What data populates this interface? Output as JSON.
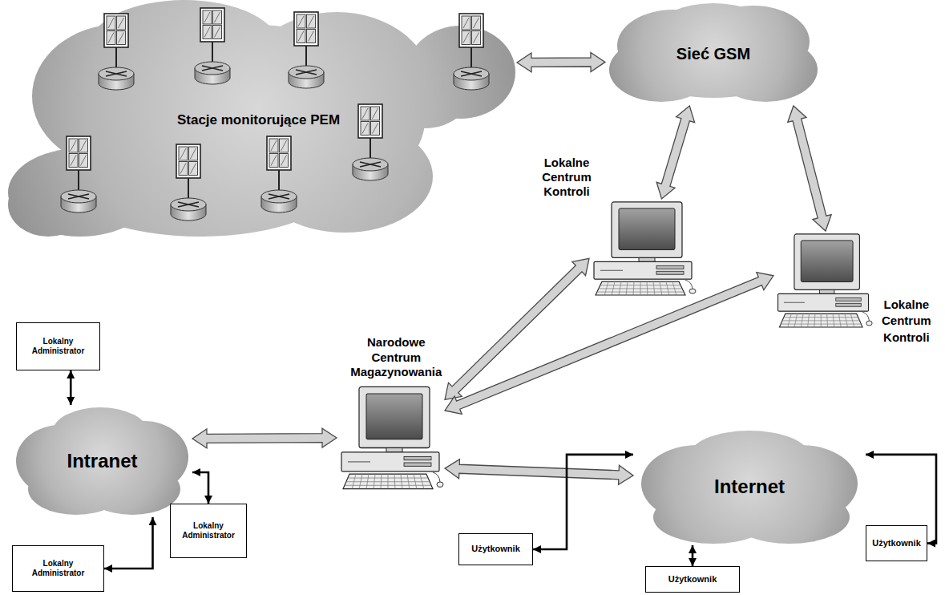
{
  "diagram": {
    "nodes": [
      {
        "text": [
          "Stacje monitorujące PEM"
        ]
      },
      {
        "text": [
          "Sieć GSM"
        ]
      },
      {
        "text": [
          "Lokalne Centrum Kontroli"
        ]
      },
      {
        "text": [
          "Lokalne Centrum Kontroli"
        ]
      },
      {
        "text": [
          "Lokalny Administrator"
        ]
      },
      {
        "text": [
          "Narodowe Centrum Magazynowania"
        ]
      },
      {
        "text": [
          "Intranet"
        ]
      },
      {
        "text": [
          "Internet"
        ]
      },
      {
        "text": [
          "Lokalny Administrator"
        ]
      },
      {
        "text": [
          "Użytkownik"
        ]
      },
      {
        "text": [
          "Lokalny Administrator"
        ]
      },
      {
        "text": [
          "Użytkownik"
        ]
      },
      {
        "text": [
          "Użytkownik"
        ]
      }
    ],
    "edges": [
      {
        "from": 0,
        "to": 1,
        "arrow": "both"
      },
      {
        "from": 1,
        "to": 2,
        "arrow": "both"
      },
      {
        "from": 1,
        "to": 3,
        "arrow": "both"
      },
      {
        "from": 5,
        "to": 2,
        "arrow": "both"
      },
      {
        "from": 5,
        "to": 3,
        "arrow": "both"
      },
      {
        "from": 5,
        "to": 6,
        "arrow": "both"
      },
      {
        "from": 5,
        "to": 7,
        "arrow": "both"
      },
      {
        "from": 4,
        "to": 6,
        "arrow": "both"
      },
      {
        "from": 8,
        "to": 6,
        "arrow": "both"
      },
      {
        "from": 10,
        "to": 6,
        "arrow": "both"
      },
      {
        "from": 9,
        "to": 7,
        "arrow": "both"
      },
      {
        "from": 12,
        "to": 7,
        "arrow": "both"
      },
      {
        "from": 11,
        "to": 7,
        "arrow": "both"
      }
    ]
  }
}
